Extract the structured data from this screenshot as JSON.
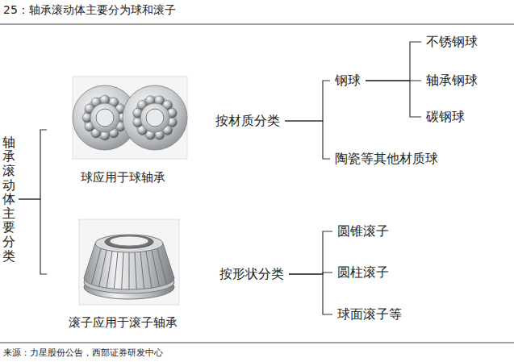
{
  "diagram": {
    "title": "25：轴承滚动体主要分为球和滚子",
    "caption": "来源：力星股份公告，西部证券研发中心",
    "nodes": [
      {
        "text": [
          "轴承滚动体主要分类"
        ]
      },
      {
        "text": [
          "球应用于球轴承"
        ]
      },
      {
        "text": [
          "按材质分类"
        ]
      },
      {
        "text": [
          "钢球"
        ]
      },
      {
        "text": [
          "不锈钢球"
        ]
      },
      {
        "text": [
          "轴承钢球"
        ]
      },
      {
        "text": [
          "碳钢球"
        ]
      },
      {
        "text": [
          "陶瓷等其他材质球"
        ]
      },
      {
        "text": [
          "滚子应用于滚子轴承"
        ]
      },
      {
        "text": [
          "按形状分类"
        ]
      },
      {
        "text": [
          "圆锥滚子"
        ]
      },
      {
        "text": [
          "圆柱滚子"
        ]
      },
      {
        "text": [
          "球面滚子等"
        ]
      }
    ],
    "edges": [
      {
        "from": 0,
        "to": 1,
        "arrow": "none"
      },
      {
        "from": 0,
        "to": 8,
        "arrow": "none"
      },
      {
        "from": 2,
        "to": 3,
        "arrow": "none"
      },
      {
        "from": 2,
        "to": 7,
        "arrow": "none"
      },
      {
        "from": 3,
        "to": 4,
        "arrow": "none"
      },
      {
        "from": 3,
        "to": 5,
        "arrow": "none"
      },
      {
        "from": 3,
        "to": 6,
        "arrow": "none"
      },
      {
        "from": 9,
        "to": 10,
        "arrow": "none"
      },
      {
        "from": 9,
        "to": 11,
        "arrow": "none"
      },
      {
        "from": 9,
        "to": 12,
        "arrow": "none"
      }
    ]
  }
}
